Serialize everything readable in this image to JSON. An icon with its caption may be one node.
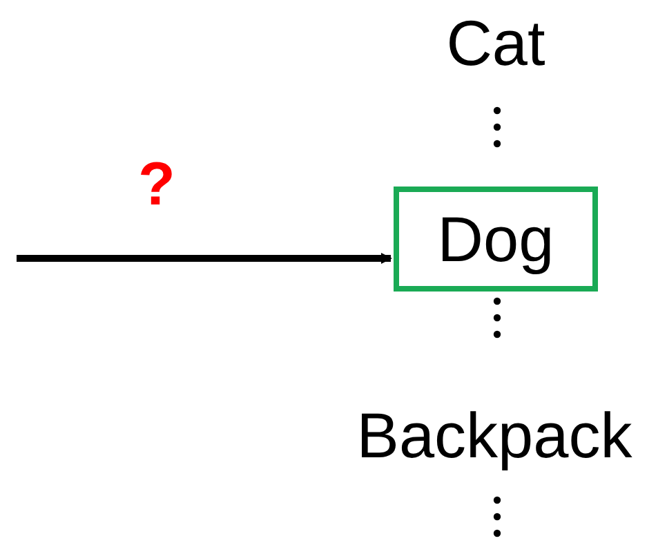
{
  "diagram": {
    "nodes": [
      {
        "text": [
          "Cat"
        ]
      },
      {
        "text": [
          "Dog"
        ]
      },
      {
        "text": [
          "Backpack"
        ]
      }
    ],
    "edges": [
      {
        "from": null,
        "to": 1,
        "arrow": "to",
        "label": "?",
        "color": "#000000"
      }
    ]
  }
}
